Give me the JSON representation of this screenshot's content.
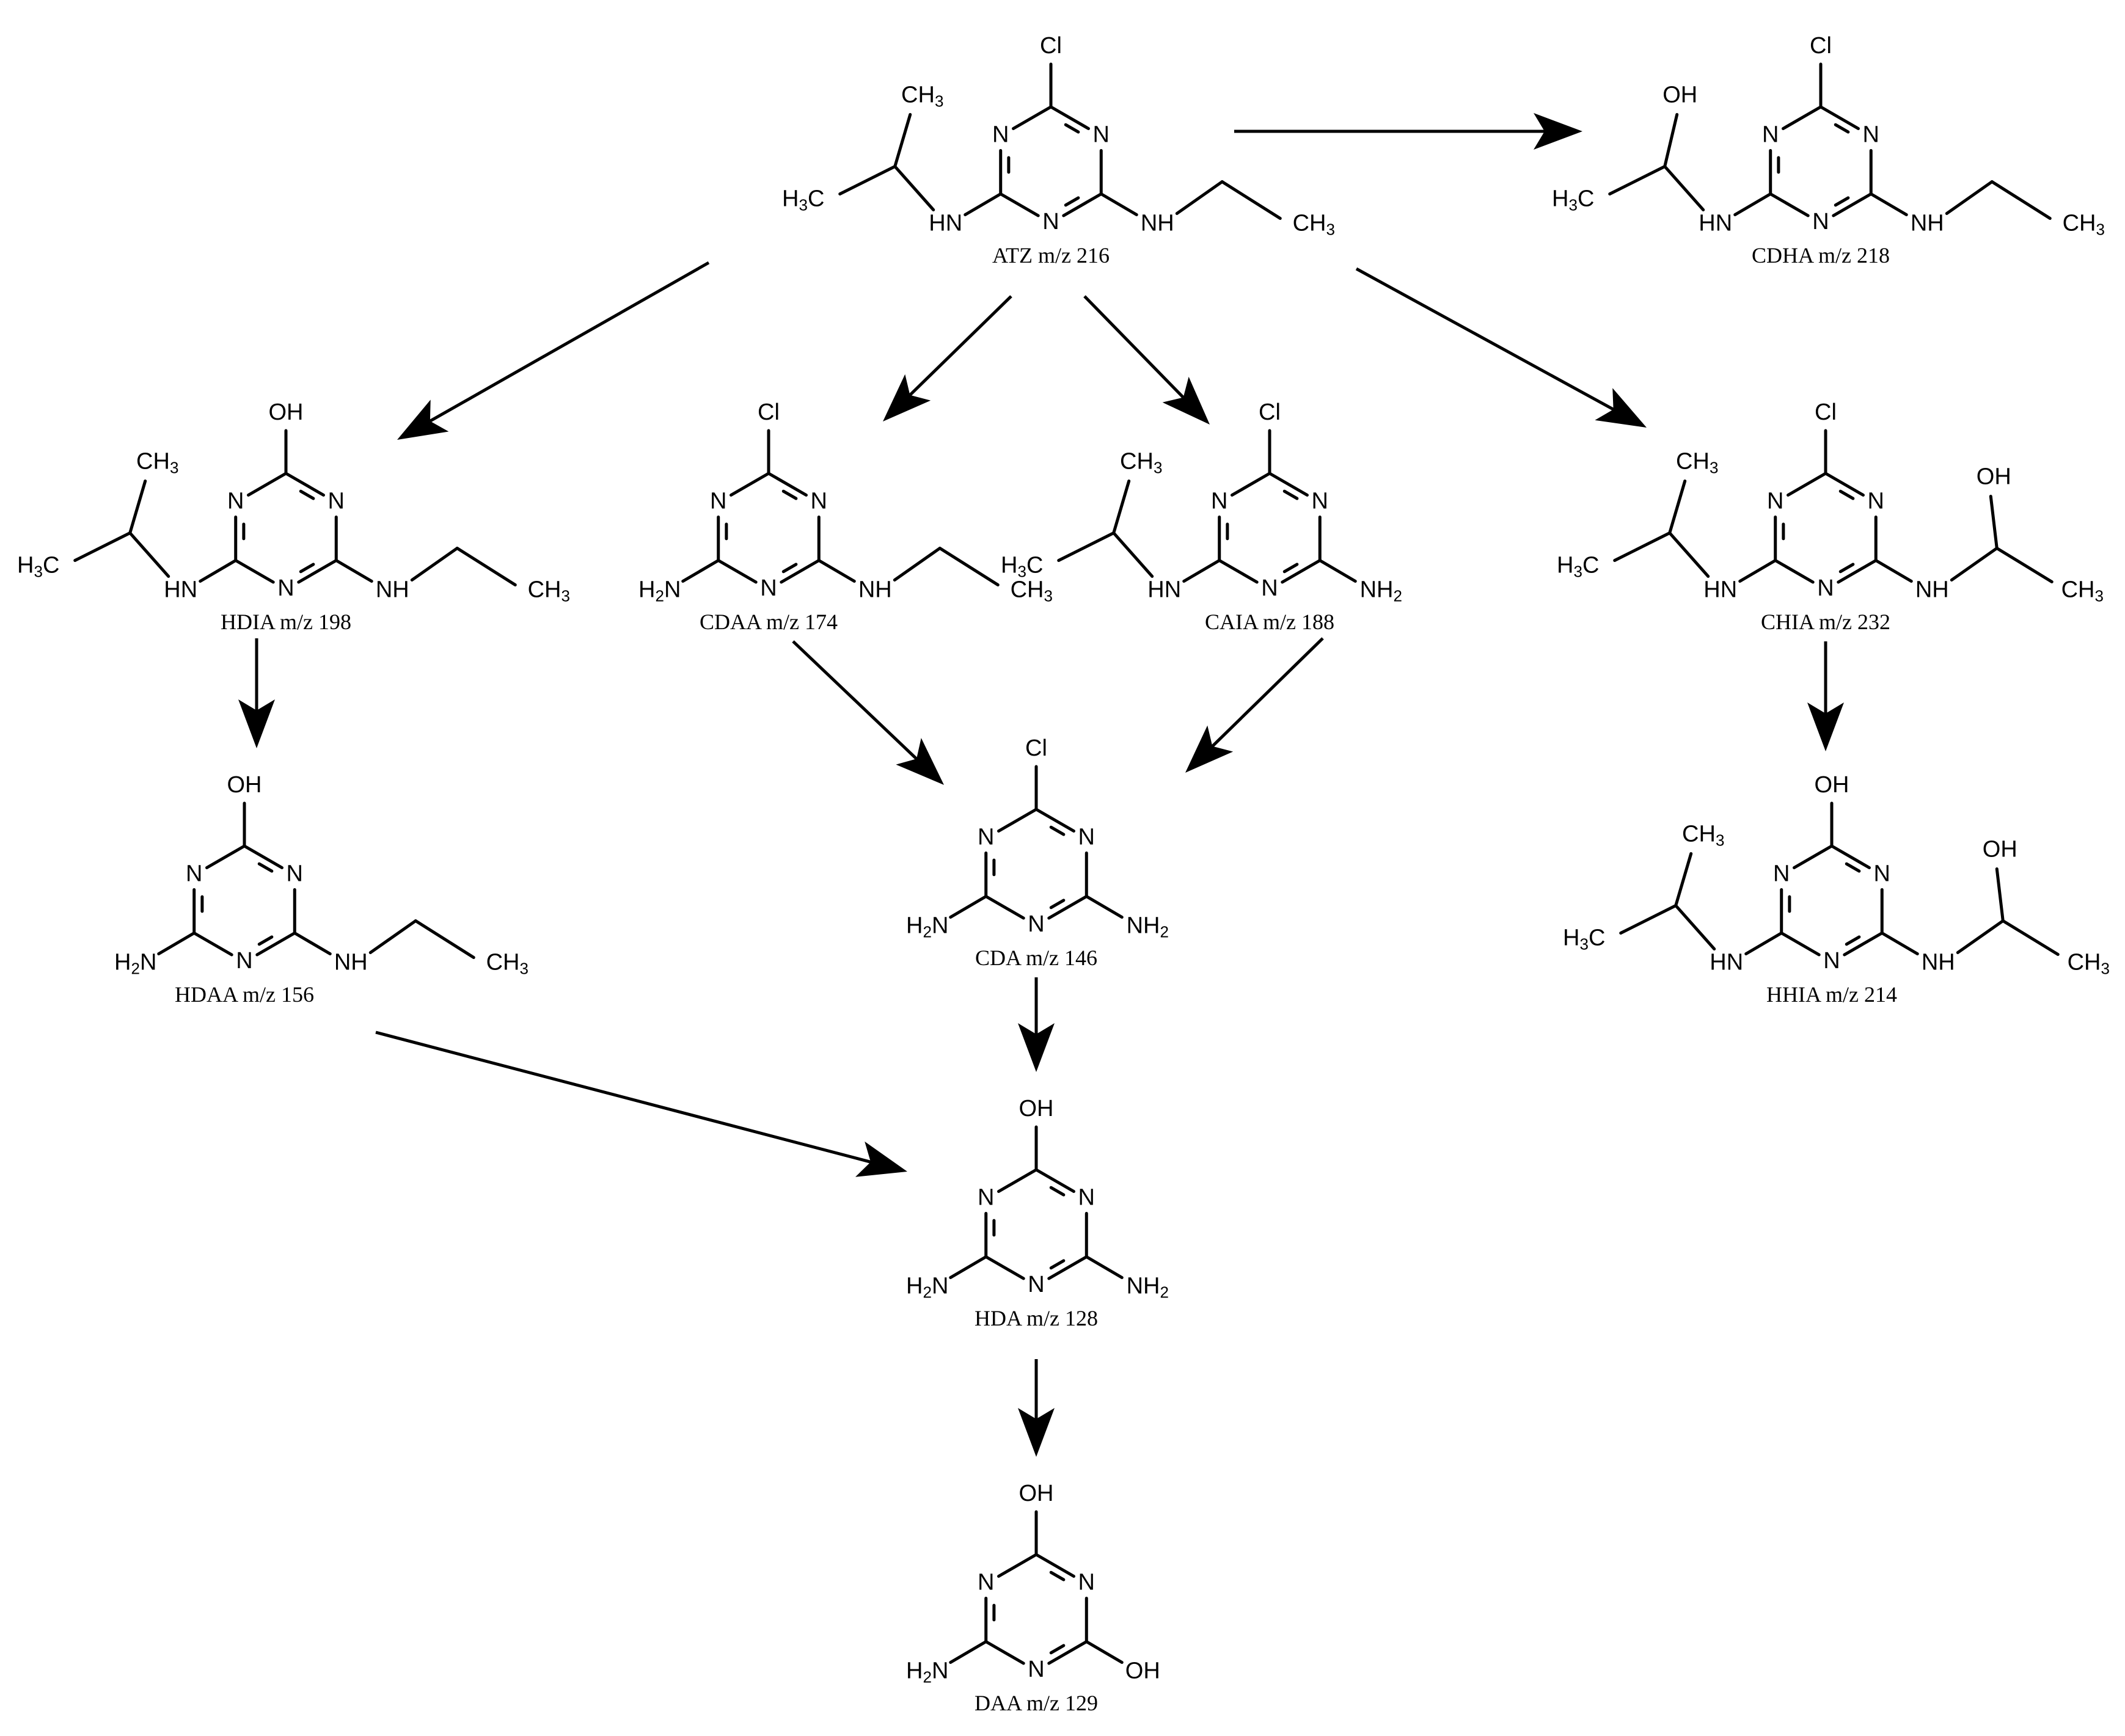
{
  "compounds": [
    {
      "id": "atz",
      "caption": "ATZ m/z 216",
      "top": "Cl",
      "left": "isopropylamino",
      "right": "ethylamino"
    },
    {
      "id": "cdha",
      "caption": "CDHA m/z 218",
      "top": "Cl",
      "left": "hydroxyethylamino",
      "right": "ethylamino"
    },
    {
      "id": "hdia",
      "caption": "HDIA m/z 198",
      "top": "OH",
      "left": "isopropylamino",
      "right": "ethylamino"
    },
    {
      "id": "cdaa",
      "caption": "CDAA m/z 174",
      "top": "Cl",
      "left": "amino",
      "right": "ethylamino"
    },
    {
      "id": "caia",
      "caption": "CAIA m/z 188",
      "top": "Cl",
      "left": "isopropylamino",
      "right": "amino"
    },
    {
      "id": "chia",
      "caption": "CHIA m/z 232",
      "top": "Cl",
      "left": "isopropylamino",
      "right": "hydroxyethylamino"
    },
    {
      "id": "hdaa",
      "caption": "HDAA m/z 156",
      "top": "OH",
      "left": "amino",
      "right": "ethylamino"
    },
    {
      "id": "cda",
      "caption": "CDA m/z 146",
      "top": "Cl",
      "left": "amino",
      "right": "amino"
    },
    {
      "id": "hhia",
      "caption": "HHIA m/z 214",
      "top": "OH",
      "left": "isopropylamino",
      "right": "hydroxyethylamino"
    },
    {
      "id": "hda",
      "caption": "HDA m/z 128",
      "top": "OH",
      "left": "amino",
      "right": "amino"
    },
    {
      "id": "daa",
      "caption": "DAA m/z 129",
      "top": "OH",
      "left": "amino",
      "right": "hydroxyl"
    }
  ],
  "labels": {
    "ring_n": "N",
    "cl": "Cl",
    "oh": "OH",
    "hn": "HN",
    "nh": "NH",
    "h": "H",
    "c": "C",
    "sub2": "2",
    "sub3": "3",
    "ch": "CH"
  },
  "arrows": [
    {
      "from": "atz",
      "to": "cdha"
    },
    {
      "from": "atz",
      "to": "hdia"
    },
    {
      "from": "atz",
      "to": "cdaa"
    },
    {
      "from": "atz",
      "to": "caia"
    },
    {
      "from": "atz",
      "to": "chia"
    },
    {
      "from": "hdia",
      "to": "hdaa"
    },
    {
      "from": "cdaa",
      "to": "cda"
    },
    {
      "from": "caia",
      "to": "cda"
    },
    {
      "from": "chia",
      "to": "hhia"
    },
    {
      "from": "cda",
      "to": "hda"
    },
    {
      "from": "hdaa",
      "to": "hda"
    },
    {
      "from": "hda",
      "to": "daa"
    }
  ]
}
